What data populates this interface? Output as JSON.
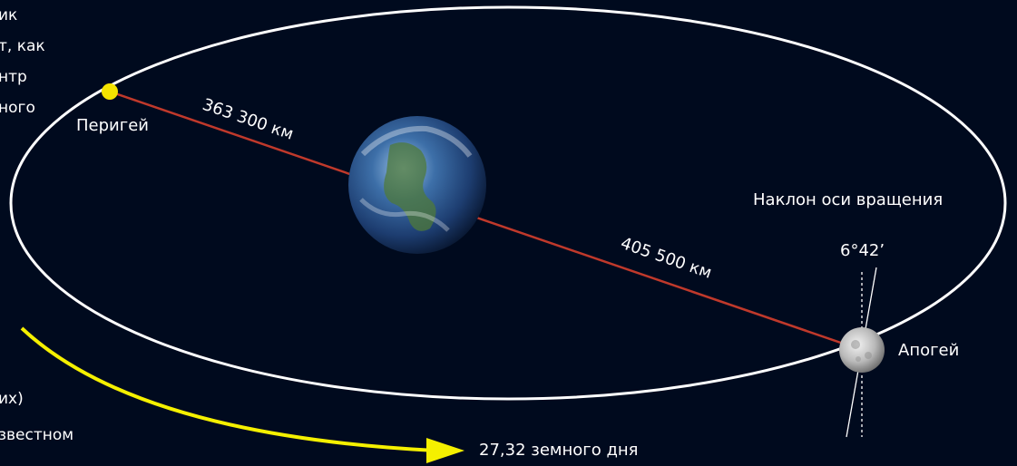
{
  "left_text_fragments": [
    "ик",
    "т, как",
    "нтр",
    "ного",
    "их)",
    "звестном"
  ],
  "perigee_label": "Перигей",
  "perigee_distance": "363 300 км",
  "apogee_label": "Апогей",
  "apogee_distance": "405 500 км",
  "axis_tilt_label": "Наклон оси вращения",
  "axis_tilt_value": "6°42’",
  "orbital_period": "27,32 земного дня",
  "colors": {
    "background": "#000a1e",
    "orbit": "#ffffff",
    "distance_line": "#c0392b",
    "perigee_marker": "#f5e400",
    "arrow": "#f5f000"
  }
}
